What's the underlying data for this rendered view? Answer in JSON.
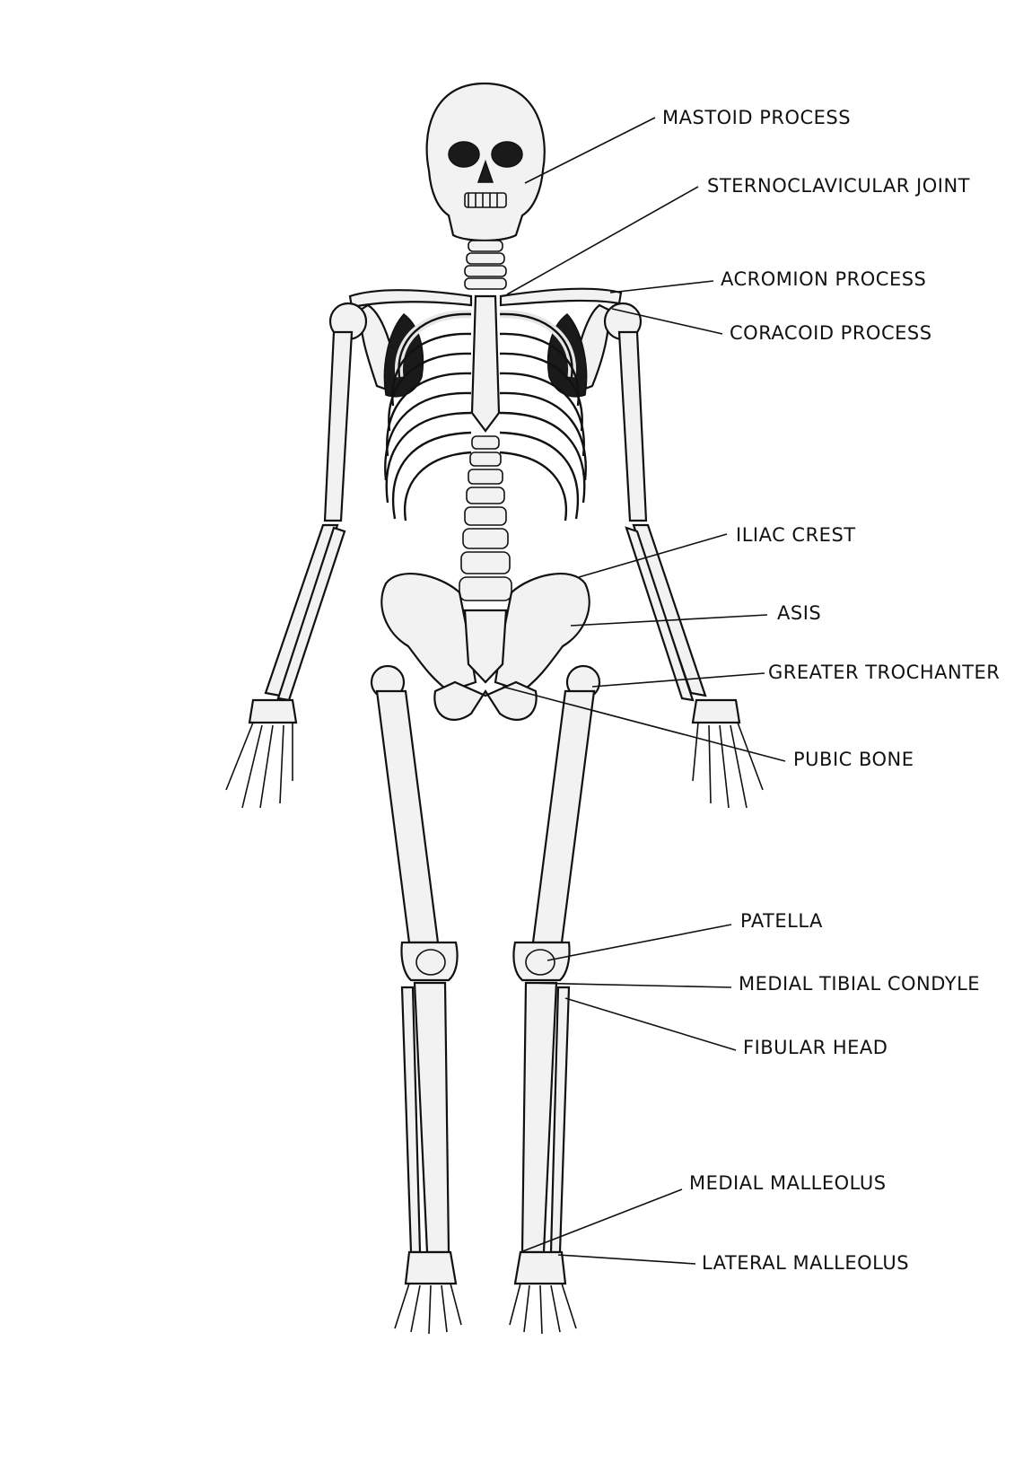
{
  "diagram": {
    "labels": [
      {
        "id": "mastoid",
        "text": "MASTOID PROCESS"
      },
      {
        "id": "sternoclavicular",
        "text": "STERNOCLAVICULAR JOINT"
      },
      {
        "id": "acromion",
        "text": "ACROMION PROCESS"
      },
      {
        "id": "coracoid",
        "text": "CORACOID PROCESS"
      },
      {
        "id": "iliac",
        "text": "ILIAC CREST"
      },
      {
        "id": "asis",
        "text": "ASIS"
      },
      {
        "id": "trochanter",
        "text": "GREATER TROCHANTER"
      },
      {
        "id": "pubic",
        "text": "PUBIC BONE"
      },
      {
        "id": "patella",
        "text": "PATELLA"
      },
      {
        "id": "tibial",
        "text": "MEDIAL TIBIAL CONDYLE"
      },
      {
        "id": "fibular",
        "text": "FIBULAR HEAD"
      },
      {
        "id": "medial-malleolus",
        "text": "MEDIAL MALLEOLUS"
      },
      {
        "id": "lateral-malleolus",
        "text": "LATERAL MALLEOLUS"
      }
    ]
  },
  "colors": {
    "ink": "#111111",
    "bone": "#f2f2f2",
    "background": "#ffffff"
  }
}
